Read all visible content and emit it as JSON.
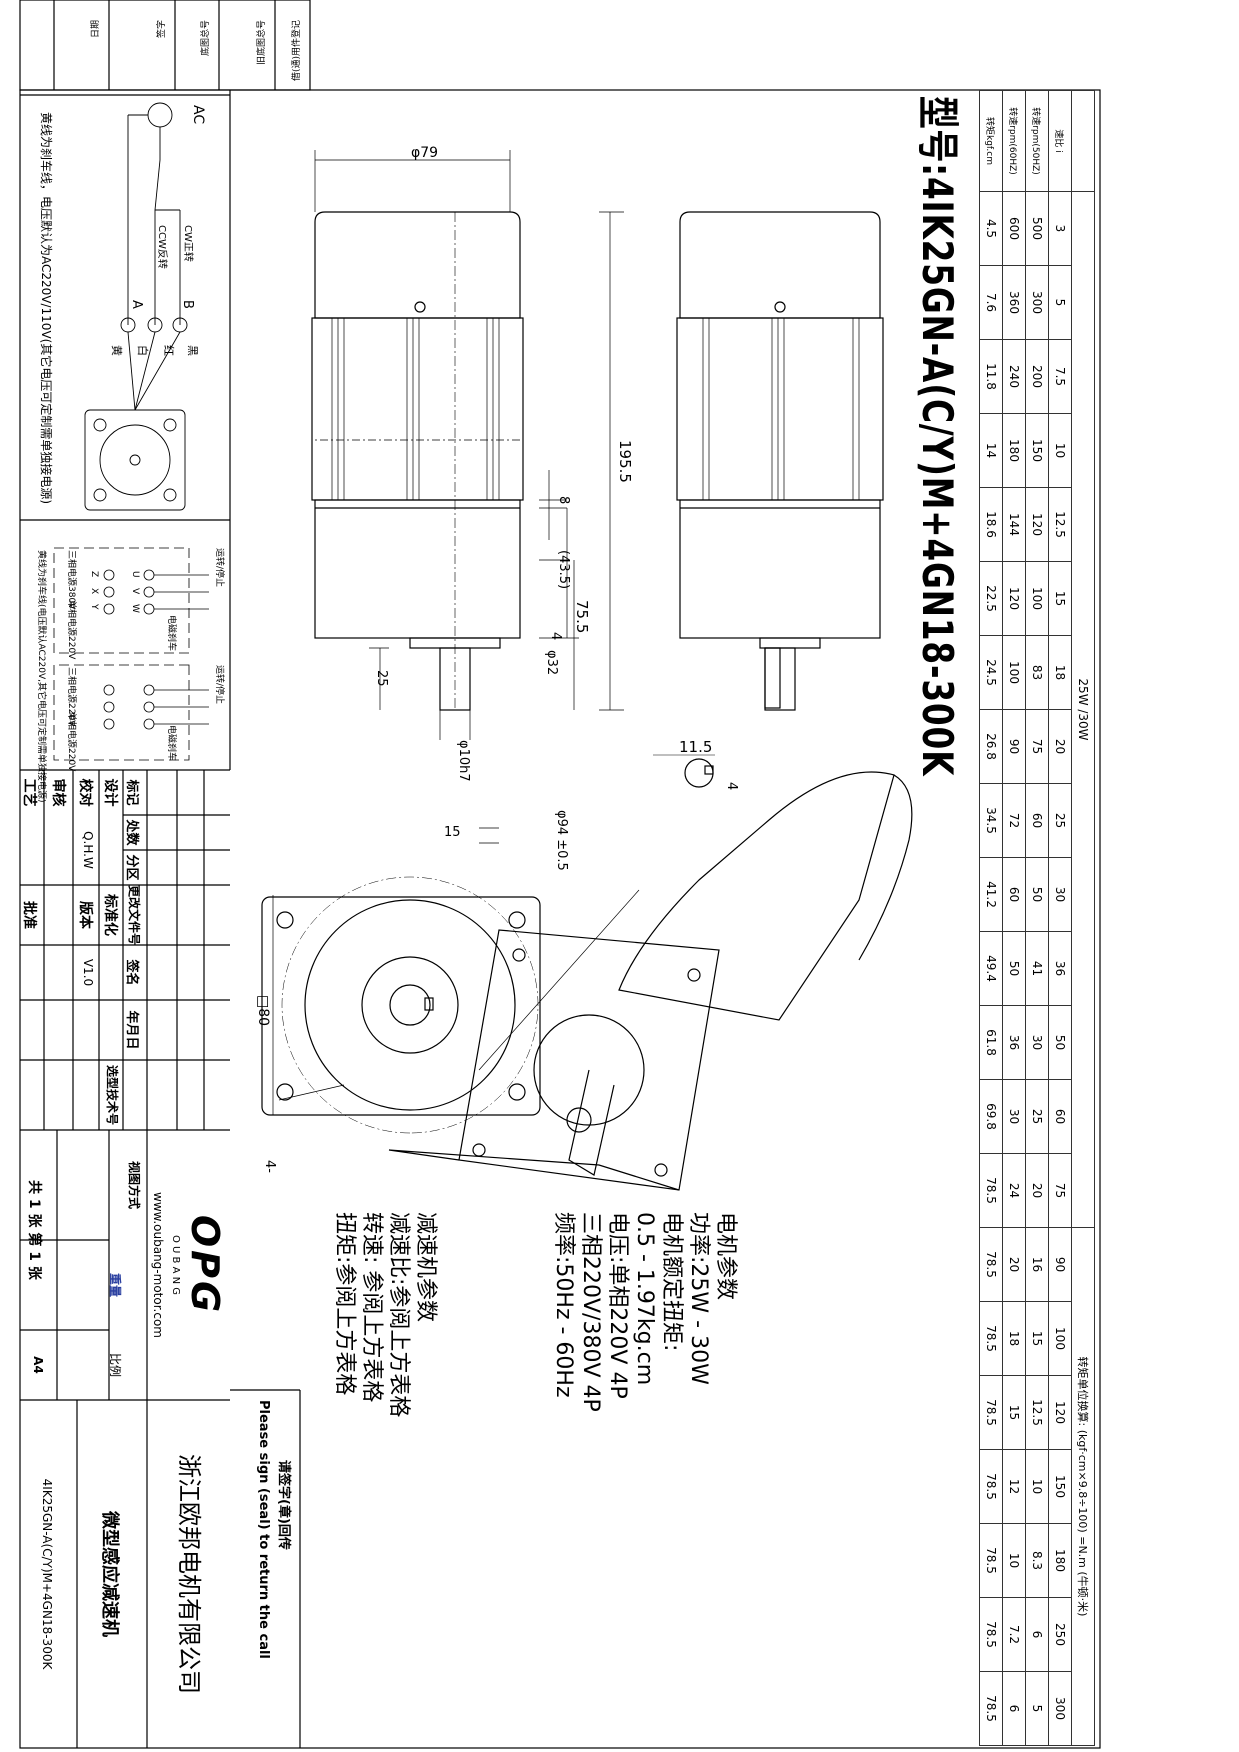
{
  "title": {
    "model": "型号:4IK25GN-A(C/Y)M+4GN18-300K"
  },
  "table": {
    "power_header": "25W /30W",
    "conversion_note": "转矩单位换算: (kgf·cm×9.8÷100) =N.m (牛顿·米)",
    "rows": [
      {
        "label": "速比 i",
        "values": [
          "3",
          "5",
          "7.5",
          "10",
          "12.5",
          "15",
          "18",
          "20",
          "25",
          "30",
          "36",
          "50",
          "60",
          "75",
          "90",
          "100",
          "120",
          "150",
          "180",
          "250",
          "300"
        ]
      },
      {
        "label": "转速rpm(50HZ)",
        "values": [
          "500",
          "300",
          "200",
          "150",
          "120",
          "100",
          "83",
          "75",
          "60",
          "50",
          "41",
          "30",
          "25",
          "20",
          "16",
          "15",
          "12.5",
          "10",
          "8.3",
          "6",
          "5"
        ]
      },
      {
        "label": "转速rpm(60HZ)",
        "values": [
          "600",
          "360",
          "240",
          "180",
          "144",
          "120",
          "100",
          "90",
          "72",
          "60",
          "50",
          "36",
          "30",
          "24",
          "20",
          "18",
          "15",
          "12",
          "10",
          "7.2",
          "6"
        ]
      },
      {
        "label": "转矩kgf.cm",
        "values": [
          "4.5",
          "7.6",
          "11.8",
          "14",
          "18.6",
          "22.5",
          "24.5",
          "26.8",
          "34.5",
          "41.2",
          "49.4",
          "61.8",
          "69.8",
          "78.5",
          "78.5",
          "78.5",
          "78.5",
          "78.5",
          "78.5",
          "78.5",
          "78.5"
        ]
      }
    ]
  },
  "dimensions": {
    "d79": "φ79",
    "l195": "195.5",
    "l8": "8",
    "l43": "(43.5)",
    "l75": "75.5",
    "l4": "4",
    "d32": "φ32",
    "l25": "25",
    "d10": "φ10h7",
    "l11": "11.5",
    "l4b": "4",
    "l15": "15",
    "d94": "φ94 ±0.5",
    "sq80": "□80",
    "holes": "4-"
  },
  "motor_params": {
    "heading": "电机参数",
    "power": "功率:25W - 30W",
    "torque_label": "电机额定扭矩:",
    "torque": "0.5 - 1.97kg.cm",
    "voltage": "电压:单相220V 4P",
    "voltage3": "三相220V/380V 4P",
    "freq": "频率:50Hz - 60Hz"
  },
  "gear_params": {
    "heading": "减速机参数",
    "ratio": "减速比:参阅上方表格",
    "speed": "转速: 参阅上方表格",
    "torque": "扭矩:参阅上方表格"
  },
  "sign": {
    "cn": "请签字(章)回传",
    "en": "Please sign (seal) to return the call"
  },
  "wiring": {
    "ac": "AC",
    "cw": "CW正转",
    "ccw": "CCW反转",
    "b": "B",
    "a": "A",
    "black": "黑",
    "red": "红",
    "white": "白",
    "yellow": "黄",
    "note": "黄线为刹车线，电压默认为AC220V/110V(其它电压可定制需单独接电源)"
  },
  "brake": {
    "run": "运转/停止",
    "p3_380": "三相电源380V",
    "p1": "单相电源220V",
    "p3_220": "三相电源220V",
    "u": "U",
    "v": "V",
    "w": "W",
    "z": "Z",
    "x": "X",
    "y": "Y",
    "brake": "电磁刹车",
    "note": "黄线为刹车线(电压默认AC220V,其它电压可定制需单独接电源)"
  },
  "side_strip": [
    "借(通)用件登记",
    "旧底图总号",
    "底图总号",
    "签字",
    "日期"
  ],
  "titleblock": {
    "headers": [
      "标记",
      "处数",
      "分区",
      "更改文件号",
      "签名",
      "年月日"
    ],
    "design": "设计",
    "check": "校对",
    "review": "审核",
    "process": "工艺",
    "standard": "标准化",
    "version_label": "版本",
    "approve": "批准",
    "checker": "Q.H.W",
    "version": "V1.0",
    "tech_no": "选型技术号",
    "logo": "OPG",
    "brand": "O U B A N G",
    "website": "www.oubang-motor.com",
    "view": "视图方式",
    "weight": "重量",
    "scale": "比例",
    "sheets": "共 1 张 第 1 张",
    "size": "A4",
    "company": "浙江欧邦电机有限公司",
    "product": "微型感应减速机",
    "drawing_no": "4IK25GN-A(C/Y)M+4GN18-300K"
  }
}
